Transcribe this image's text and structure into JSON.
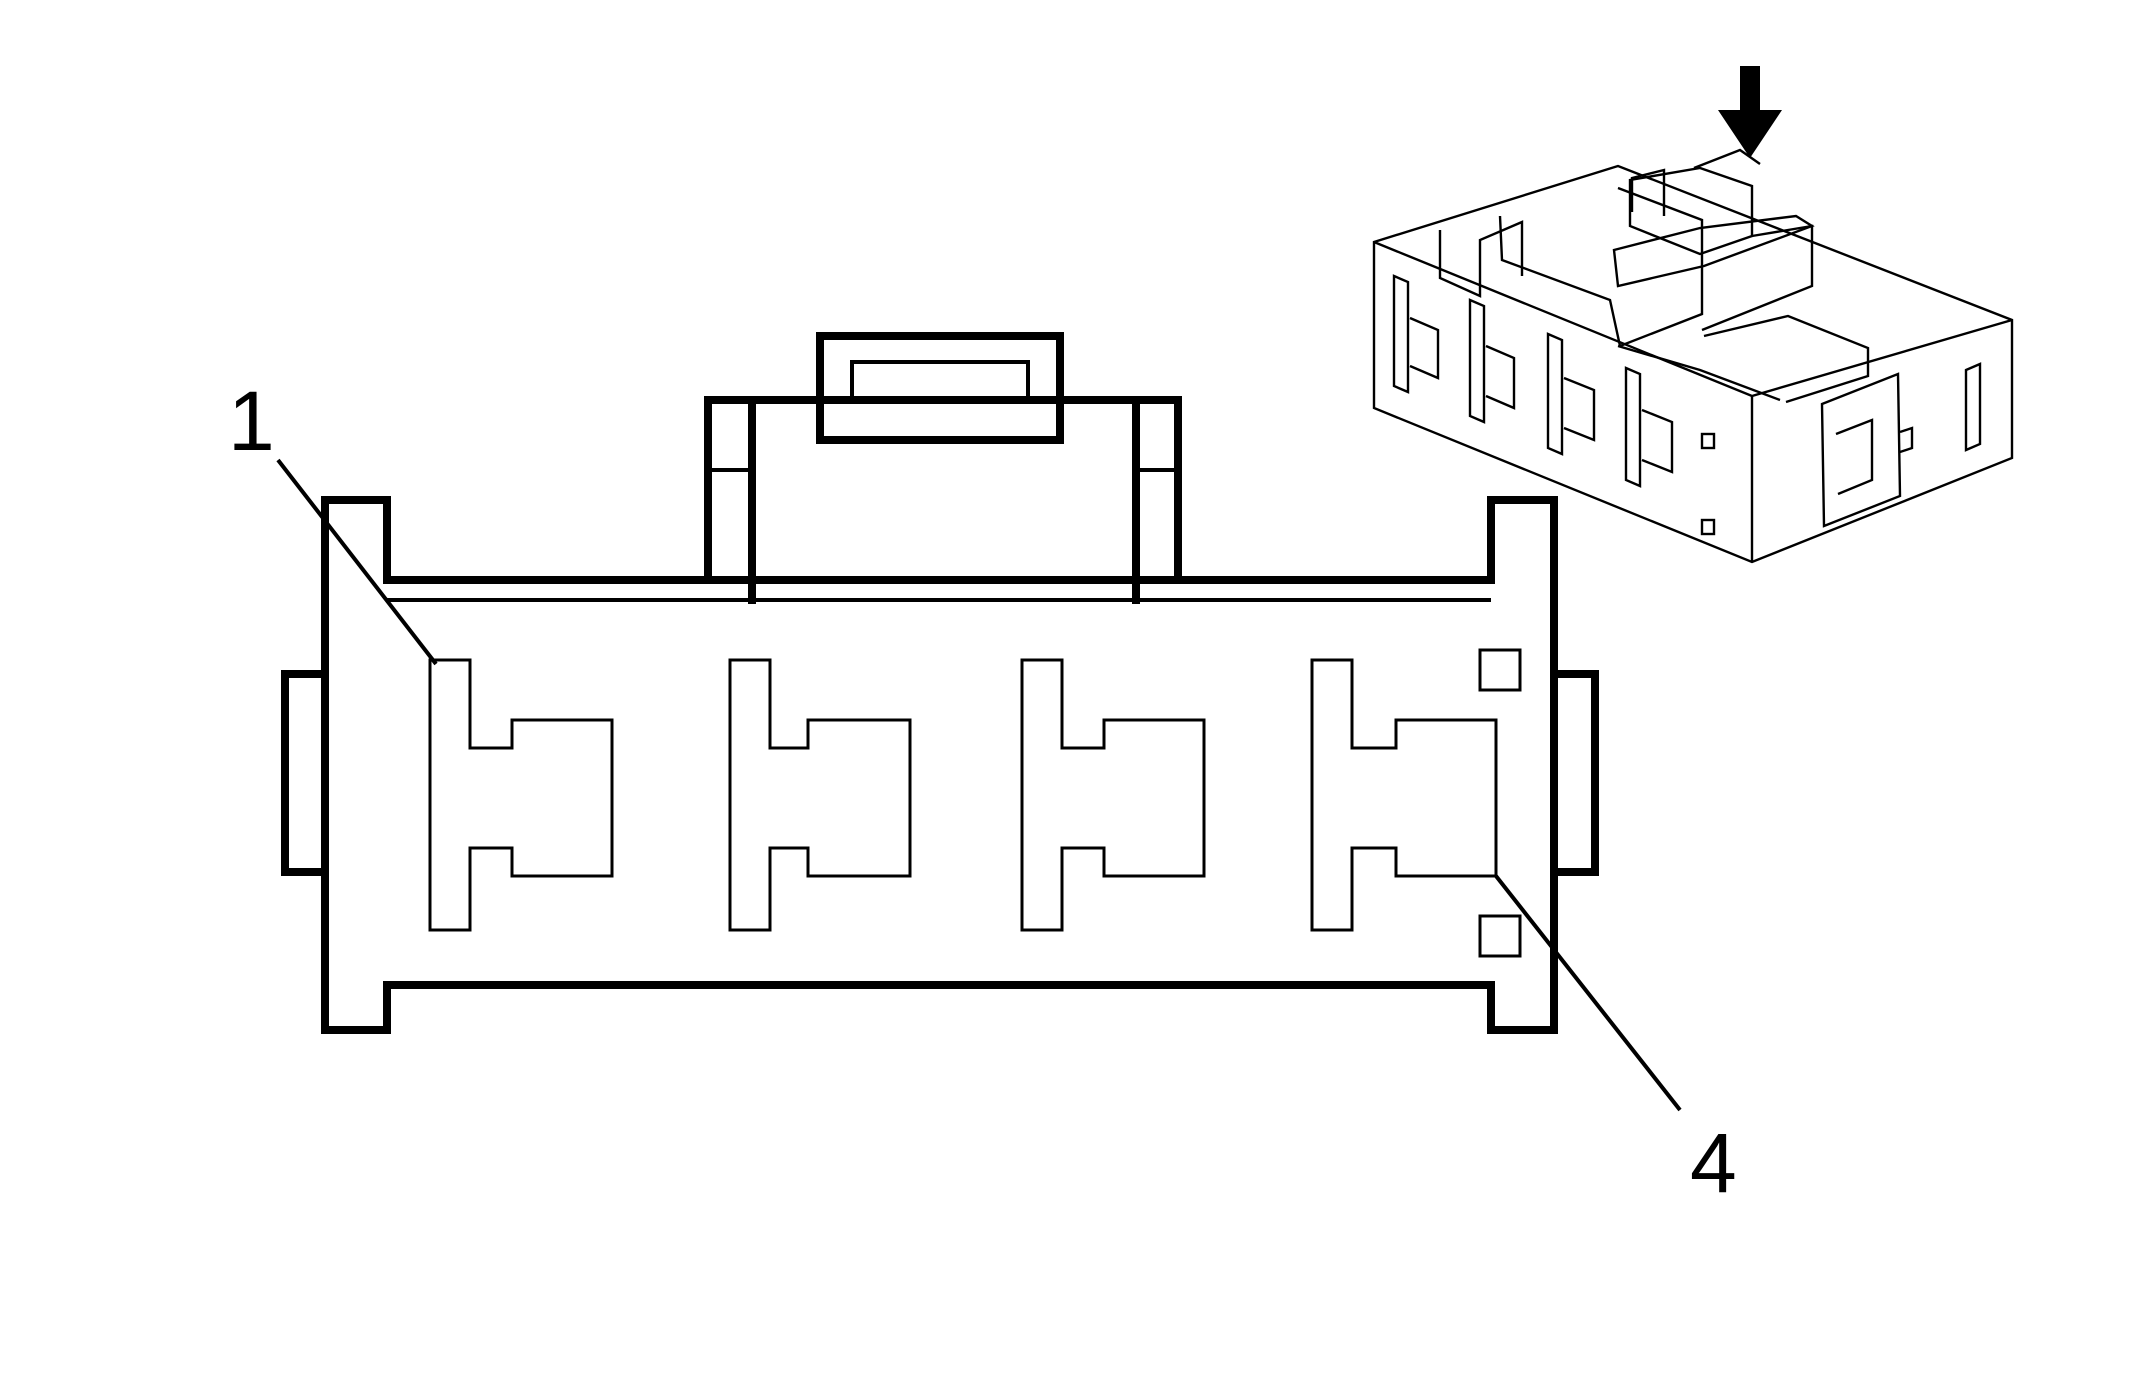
{
  "diagram": {
    "pin_labels": [
      {
        "text": "1",
        "pin": 1
      },
      {
        "text": "4",
        "pin": 4
      }
    ],
    "colors": {
      "line": "#000000",
      "background": "#ffffff"
    },
    "icons": [
      "down-arrow-icon"
    ]
  }
}
